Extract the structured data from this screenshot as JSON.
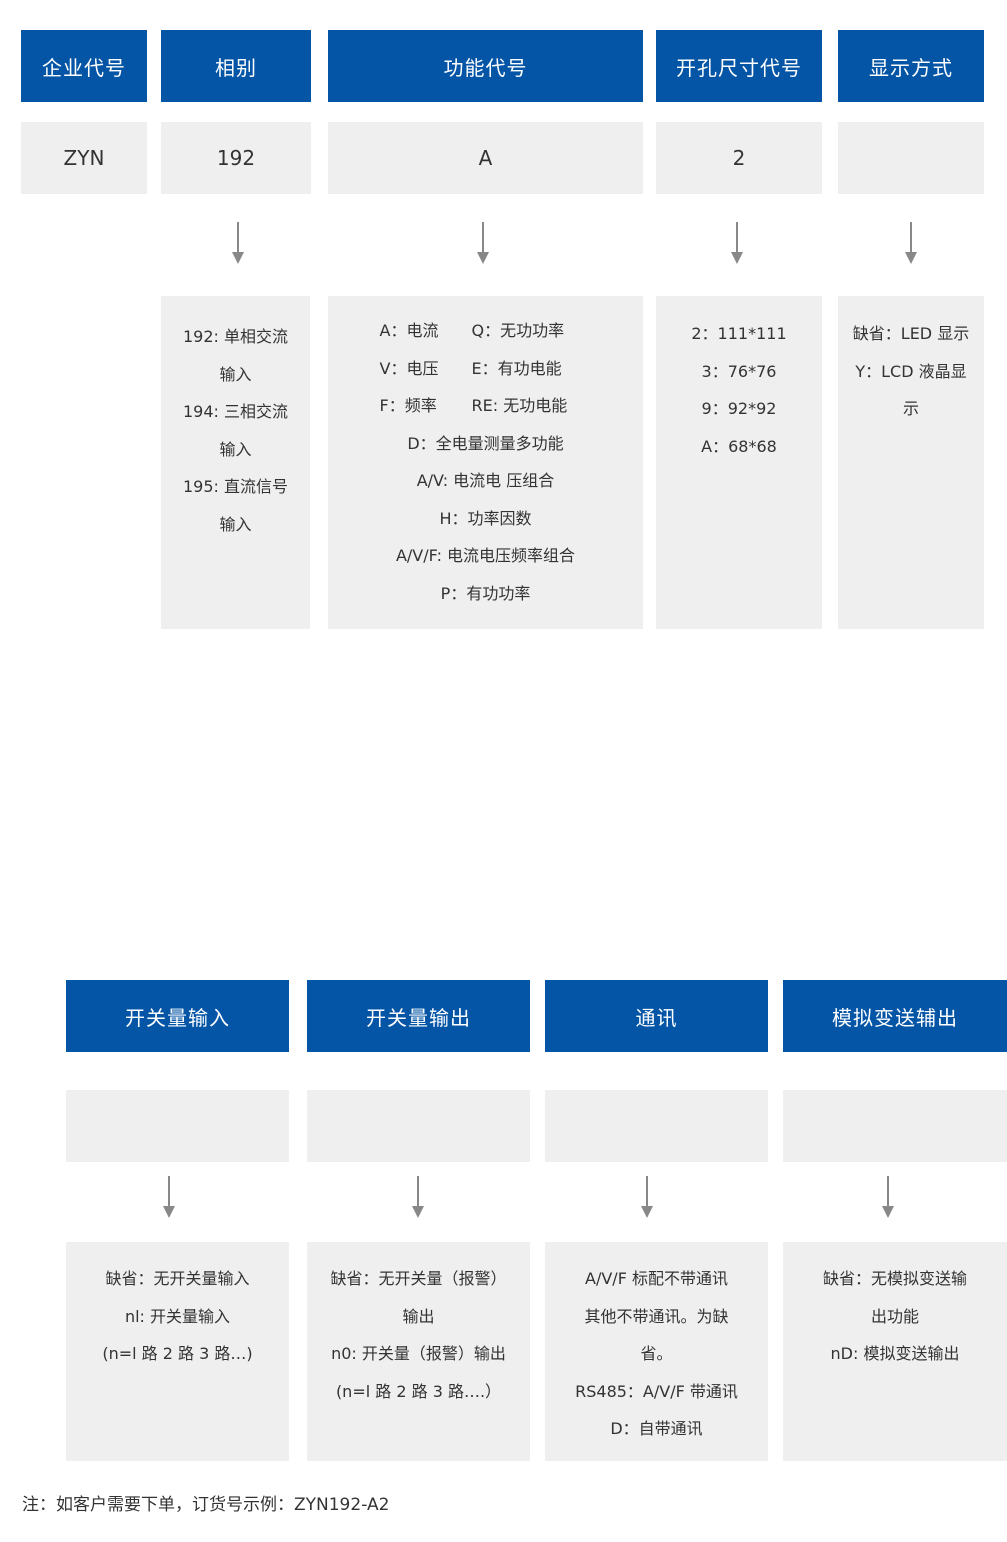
{
  "top_headers": [
    "企业代号",
    "相别",
    "功能代号",
    "开孔尺寸代号",
    "显示方式"
  ],
  "top_values": [
    "ZYN",
    "192",
    "A",
    "2",
    ""
  ],
  "phase_desc": [
    "192: 单相交流",
    "输入",
    "194: 三相交流",
    "输入",
    "195: 直流信号",
    "输入"
  ],
  "function_grid": [
    [
      "A：电流",
      "Q：无功功率"
    ],
    [
      "V：电压",
      "E：有功电能"
    ],
    [
      "F：频率",
      "RE: 无功电能"
    ]
  ],
  "function_lines": [
    "D：全电量测量多功能",
    "A/V: 电流电 压组合",
    "H：功率因数",
    "A/V/F: 电流电压频率组合",
    "P：有功功率"
  ],
  "cutout_desc": [
    "2：111*111",
    "3：76*76",
    "9：92*92",
    "A：68*68"
  ],
  "display_desc": [
    "缺省：LED 显示",
    "Y：LCD 液晶显",
    "示"
  ],
  "bottom_headers": [
    "开关量输入",
    "开关量输出",
    "通讯",
    "模拟变送辅出"
  ],
  "bottom_values": [
    "",
    "",
    "",
    ""
  ],
  "switch_in_desc": [
    "缺省：无开关量输入",
    "nl: 开关量输入",
    "(n=l 路 2 路 3 路…)"
  ],
  "switch_out_desc": [
    "缺省：无开关量（报警）",
    "输出",
    "n0: 开关量（报警）输出",
    "(n=l 路 2 路 3 路….）"
  ],
  "comm_desc": [
    "A/V/F 标配不带通讯",
    "其他不带通讯。为缺",
    "省。",
    "RS485：A/V/F 带通讯",
    "D：自带通讯"
  ],
  "analog_desc": [
    "缺省：无模拟变送输",
    "出功能",
    "nD: 模拟变送输出"
  ],
  "note": "注：如客户需要下单，订货号示例：ZYN192-A2",
  "colors": {
    "header_bg": "#0455a6",
    "cell_bg": "#efefef",
    "arrow": "#888888"
  }
}
